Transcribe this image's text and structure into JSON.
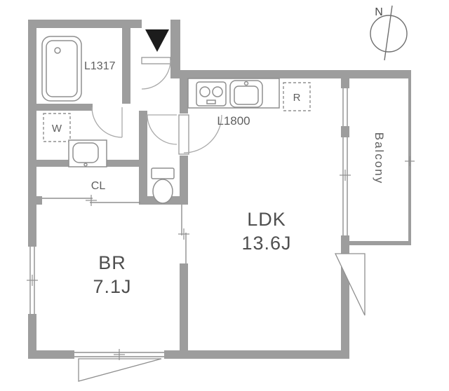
{
  "floorplan": {
    "compass": {
      "label": "N"
    },
    "rooms": {
      "ldk": {
        "name": "LDK",
        "size": "13.6J"
      },
      "bedroom": {
        "name": "BR",
        "size": "7.1J"
      },
      "balcony": {
        "name": "Balcony"
      },
      "closet": {
        "label": "CL"
      }
    },
    "labels": {
      "bath_unit": "L1317",
      "kitchen_unit": "L1800",
      "washer_space": "W",
      "refrigerator_space": "R"
    },
    "colors": {
      "wall": "#9d9d9d",
      "line": "#8f8f8f",
      "text": "#5f5f5f",
      "room_text": "#4f4f4f",
      "entrance_marker": "#1c1c1c",
      "background": "#ffffff"
    }
  }
}
